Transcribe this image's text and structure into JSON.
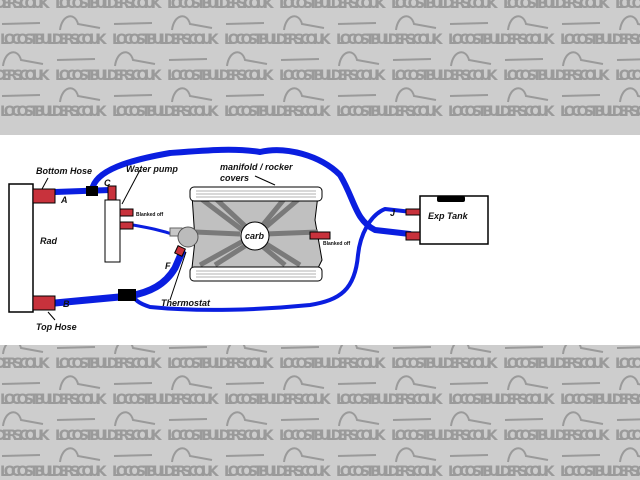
{
  "watermark": {
    "text": "LOCOSTBUILDERS.CO.UK",
    "background": "#cdcdcd",
    "text_color": "#9a9a9a"
  },
  "diagram": {
    "labels": {
      "bottom_hose": "Bottom Hose",
      "water_pump": "Water pump",
      "manifold_line1": "manifold / rocker",
      "manifold_line2": "covers",
      "rad": "Rad",
      "top_hose": "Top Hose",
      "thermostat": "Thermostat",
      "carb": "carb",
      "exp_tank": "Exp Tank",
      "blanked_off_pump": "Blanked off",
      "blanked_off_manifold": "Blanked off",
      "point_a": "A",
      "point_b": "B",
      "point_c": "C",
      "point_f": "F",
      "point_j": "J"
    },
    "colors": {
      "hose": "#0a1ee0",
      "fitting": "#c8323c",
      "joint": "#000000",
      "engine": "#c0c0c0",
      "engine_dark": "#7a7a7a"
    }
  }
}
